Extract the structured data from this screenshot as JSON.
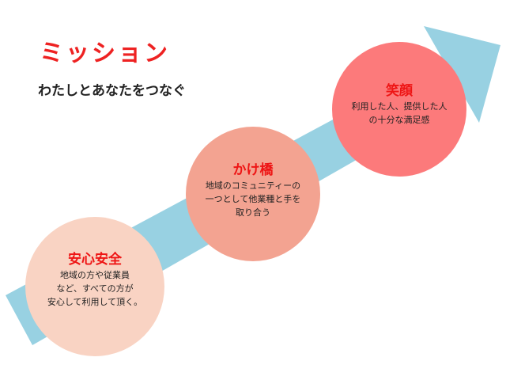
{
  "header": {
    "title": "ミッション",
    "subtitle": "わたしとあなたをつなぐ"
  },
  "colors": {
    "arrow": "#98D1E2",
    "title": "#EE2222",
    "circle_1": "#F9D3C3",
    "circle_2": "#F3A391",
    "circle_3": "#FC7A7B"
  },
  "steps": [
    {
      "heading": "安心安全",
      "body": "地域の方や従業員\nなど、すべての方が\n安心して利用して頂く。"
    },
    {
      "heading": "かけ橋",
      "body": "地域のコミュニティーの\n一つとして他業種と手を\n取り合う"
    },
    {
      "heading": "笑顔",
      "body": "利用した人、提供した人\nの十分な満足感"
    }
  ]
}
